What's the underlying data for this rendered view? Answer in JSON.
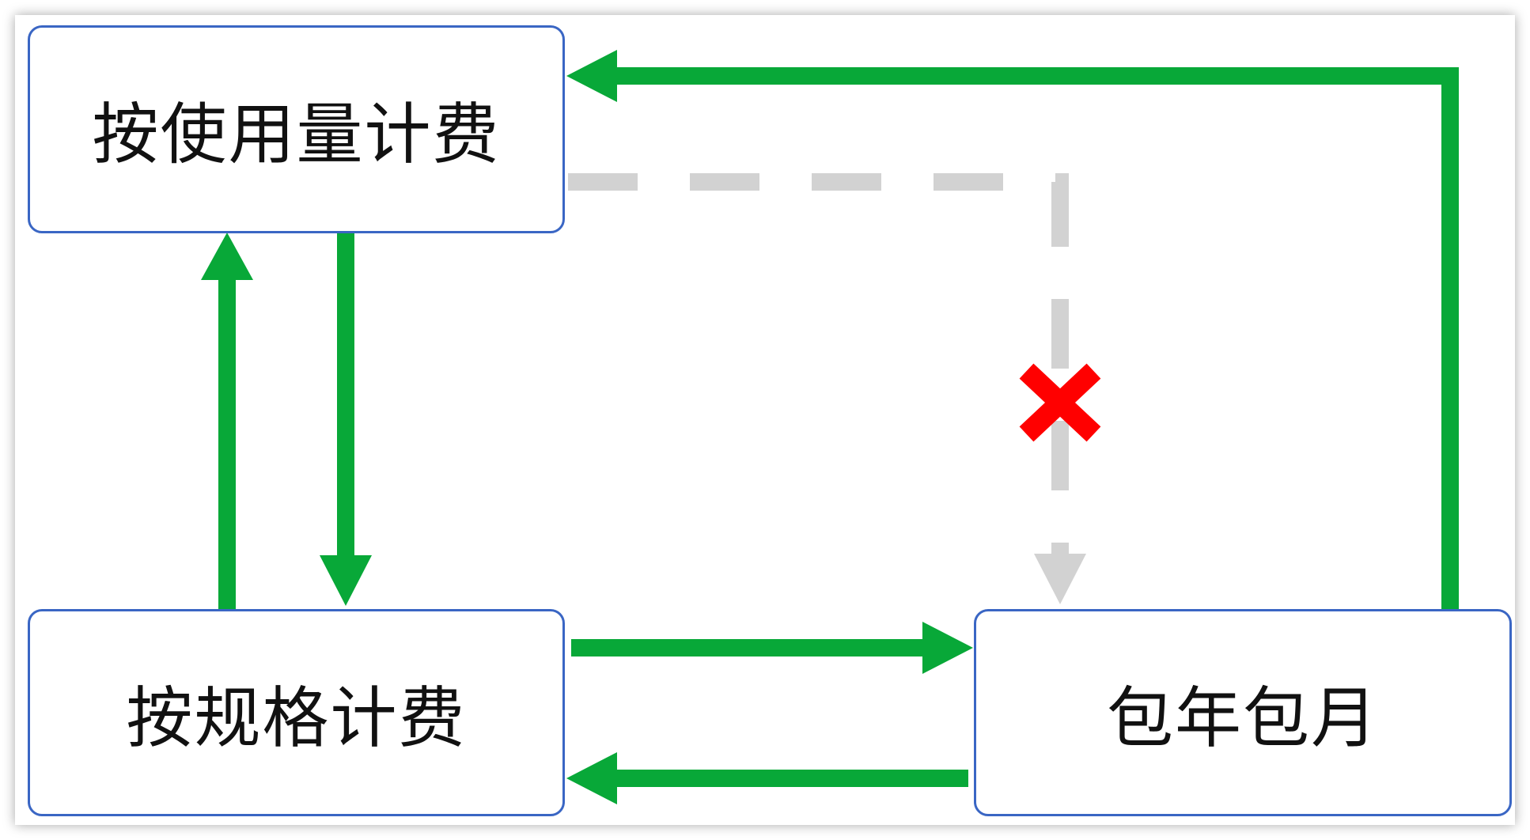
{
  "nodes": {
    "usage": "按使用量计费",
    "spec": "按规格计费",
    "subscription": "包年包月"
  },
  "edges": [
    {
      "from": "按规格计费",
      "to": "按使用量计费",
      "allowed": true
    },
    {
      "from": "按使用量计费",
      "to": "按规格计费",
      "allowed": true
    },
    {
      "from": "按规格计费",
      "to": "包年包月",
      "allowed": true
    },
    {
      "from": "包年包月",
      "to": "按规格计费",
      "allowed": true
    },
    {
      "from": "包年包月",
      "to": "按使用量计费",
      "allowed": true
    },
    {
      "from": "按使用量计费",
      "to": "包年包月",
      "allowed": false,
      "style": "dashed",
      "marker": "cross-icon"
    }
  ],
  "colors": {
    "node_border": "#3a66c4",
    "arrow_allowed": "#08a838",
    "arrow_disallowed": "#d2d2d2",
    "cross": "#ff0000"
  }
}
